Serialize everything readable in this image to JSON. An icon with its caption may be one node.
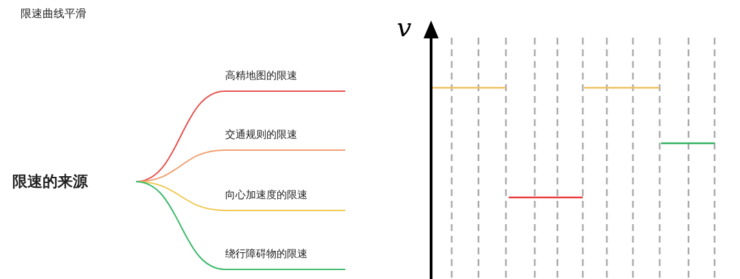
{
  "diagram": {
    "title": "限速曲线平滑",
    "nodes": [
      {
        "text": [
          "限速的来源"
        ]
      },
      {
        "text": [
          "高精地图的限速"
        ]
      },
      {
        "text": [
          "交通规则的限速"
        ]
      },
      {
        "text": [
          "向心加速度的限速"
        ]
      },
      {
        "text": [
          "绕行障碍物的限速"
        ]
      }
    ],
    "edges": [
      {
        "from": 0,
        "to": 1,
        "arrow": "none",
        "color": "#e8504c"
      },
      {
        "from": 0,
        "to": 2,
        "arrow": "none",
        "color": "#f0a070"
      },
      {
        "from": 0,
        "to": 3,
        "arrow": "none",
        "color": "#f0c850"
      },
      {
        "from": 0,
        "to": 4,
        "arrow": "none",
        "color": "#3cba6c"
      }
    ],
    "labels": [
      "v"
    ]
  }
}
